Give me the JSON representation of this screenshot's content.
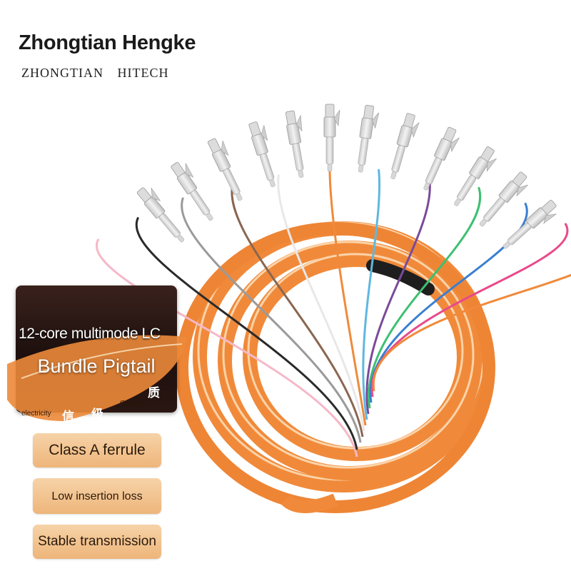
{
  "brand": {
    "name": "Zhongtian Hengke",
    "subtitle": "ZHONGTIAN  HITECH"
  },
  "product": {
    "line1": "12-core multimode LC",
    "line2": "Bundle Pigtail",
    "tags": {
      "left": "electricity",
      "cn1": "信",
      "cn2": "级",
      "right": "Goods",
      "cn3": "质"
    }
  },
  "features": [
    {
      "label": "Class A ferrule"
    },
    {
      "label": "Low insertion loss"
    },
    {
      "label": "Stable transmission"
    }
  ],
  "colors": {
    "cable_orange": "#f08a3a",
    "cable_highlight": "#fbd3a8",
    "panel_dark": "#2a1612",
    "feature_bg": "#f2c48f",
    "fibers": [
      "#f6b8c8",
      "#2a2a2a",
      "#9a9a9a",
      "#8a6650",
      "#e8e8e8",
      "#f08a3a",
      "#5fb7e0",
      "#7a4a9a",
      "#3cc070",
      "#3a7fd0",
      "#e84a8a",
      "#f08a3a"
    ]
  },
  "icons": {
    "connector": "lc-connector-icon"
  }
}
